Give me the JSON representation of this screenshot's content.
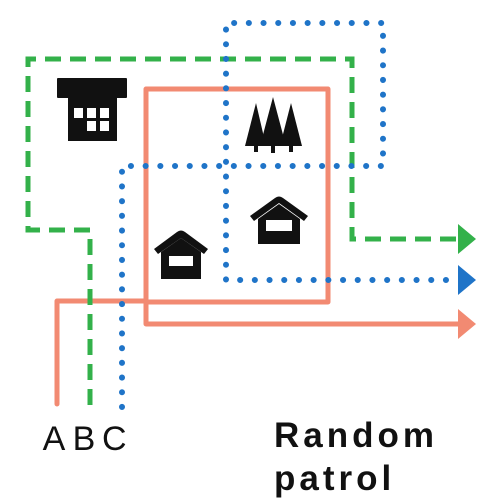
{
  "title": {
    "line1": "Random",
    "line2": "patrol"
  },
  "route_labels": [
    "A",
    "B",
    "C"
  ],
  "routes": [
    {
      "id": "A",
      "color": "#F28A72",
      "style": "solid"
    },
    {
      "id": "B",
      "color": "#33B14A",
      "style": "dashed"
    },
    {
      "id": "C",
      "color": "#1F74C8",
      "style": "dotted"
    }
  ],
  "icons": [
    "building-icon",
    "forest-icon",
    "house-icon-large",
    "house-icon-small"
  ]
}
